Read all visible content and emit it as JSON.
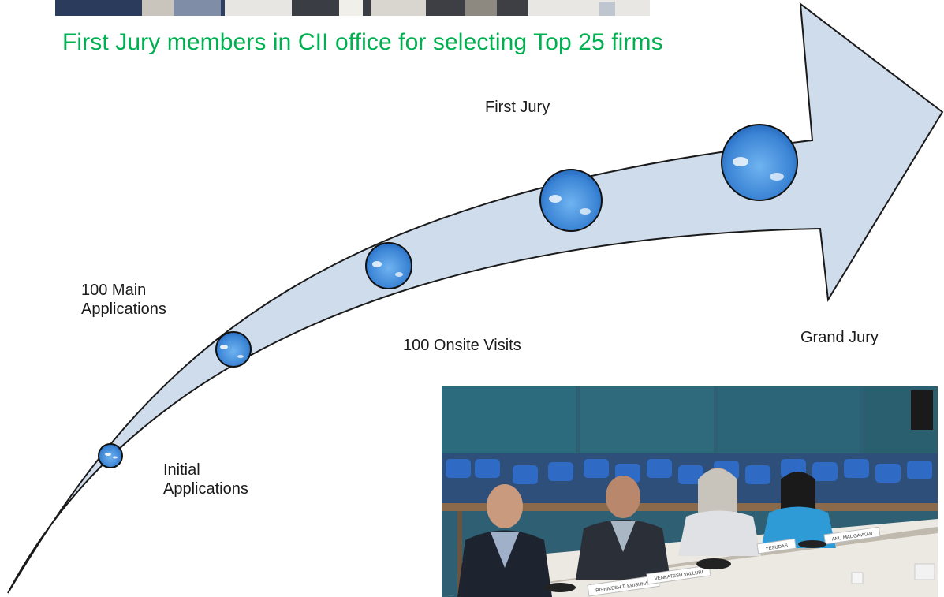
{
  "title": "First Jury members in CII office for selecting Top 25 firms",
  "stages": [
    {
      "label_lines": [
        "Initial",
        "Applications"
      ]
    },
    {
      "label_lines": [
        "100 Main",
        "Applications"
      ]
    },
    {
      "label_lines": [
        "100 Onsite Visits"
      ]
    },
    {
      "label_lines": [
        "First Jury"
      ]
    },
    {
      "label_lines": [
        "Grand Jury"
      ]
    }
  ],
  "bottom_photo": {
    "nameplates": [
      "RISHIKESH T. KRISHNAN",
      "VENKATESH VALLURI",
      "YESUDAS",
      "ANU MADGAVKAR"
    ]
  },
  "colors": {
    "title": "#00b050",
    "arrow_fill": "#cfdcec",
    "arrow_stroke": "#1a1a1a",
    "bubble_blue": "#4a8fd8"
  }
}
